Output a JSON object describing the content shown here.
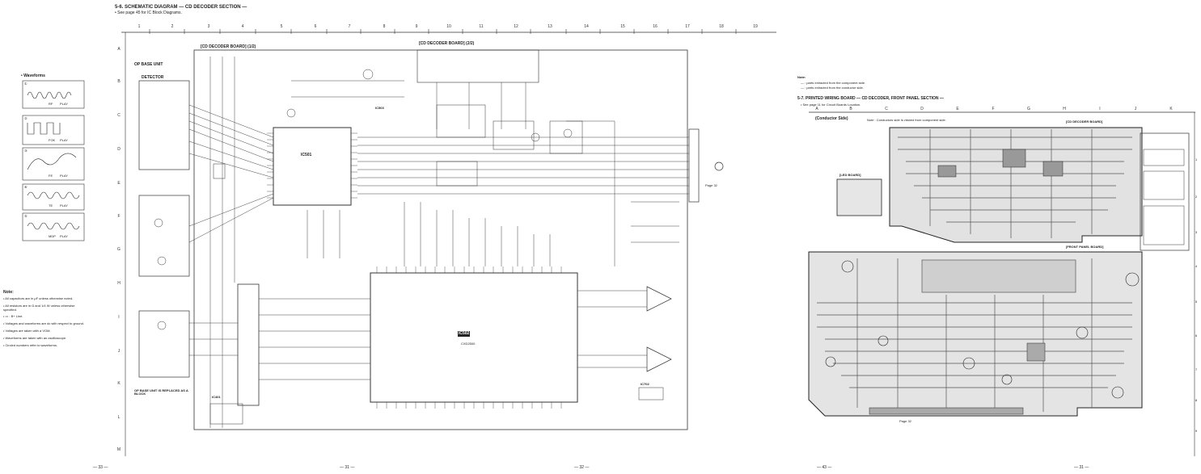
{
  "left_page": {
    "heading": "5-6. SCHEMATIC DIAGRAM — CD DECODER SECTION —",
    "subheading": "• See page 45 for IC Block Diagrams.",
    "column_numbers": [
      "1",
      "2",
      "3",
      "4",
      "5",
      "6",
      "7",
      "8",
      "9",
      "10",
      "11",
      "12",
      "13",
      "14",
      "15",
      "16",
      "17",
      "18",
      "19"
    ],
    "row_letters": [
      "A",
      "B",
      "C",
      "D",
      "E",
      "F",
      "G",
      "H",
      "I",
      "J",
      "K",
      "L",
      "M"
    ],
    "board1_label": "[CD DECODER BOARD] (1/2)",
    "board2_label": "[CD DECODER BOARD] (2/2)",
    "base_unit_label": "OP BASE UNIT",
    "detector_label": "DETECTOR",
    "ic_main_label": "IC501",
    "ic_decoder_label": "IC502",
    "ic_decoder_name": "CXD2500",
    "ic_small1": "IC401",
    "ic_small2": "IC702",
    "ic_small3": "IC503",
    "connector_label": "Page 32",
    "op_note": "OP BASE UNIT IS REPLACED AS A BLOCK",
    "waveforms_title": "• Waveforms",
    "waveforms": [
      {
        "num": "①",
        "caption": "RF",
        "mode": "PLAY"
      },
      {
        "num": "②",
        "caption": "FOK",
        "mode": "PLAY"
      },
      {
        "num": "③",
        "caption": "FE",
        "mode": "PLAY"
      },
      {
        "num": "④",
        "caption": "TE",
        "mode": "PLAY"
      },
      {
        "num": "⑤",
        "caption": "MDP",
        "mode": "PLAY"
      }
    ],
    "note_title": "Note:",
    "notes": [
      "• All capacitors are in μF unless otherwise noted.",
      "• All resistors are in Ω and 1/4 W unless otherwise specified.",
      "• ▭ : B+ Line.",
      "• Voltages and waveforms are dc with respect to ground.",
      "• Voltages are taken with a VOM.",
      "• Waveforms are taken with an oscilloscope.",
      "• Circled numbers refer to waveforms."
    ],
    "page_numbers": [
      "— 33 —",
      "— 31 —",
      "— 32 —"
    ]
  },
  "right_page": {
    "legend_title": "Note:",
    "legend_items": [
      "— : parts extracted from the component side.",
      "— : parts extracted from the conductor side."
    ],
    "heading": "5-7. PRINTED WIRING BOARD — CD DECODER, FRONT PANEL SECTION —",
    "subheading": "• See page 11 for Circuit Boards Location.",
    "side_label": "(Conductor Side)",
    "side_note": "Note : Conductors side is viewed from component side.",
    "board_top_label": "[CD DECODER BOARD]",
    "board_small_label": "[LED BOARD]",
    "board_bottom_label": "[FRONT PANEL BOARD]",
    "column_letters": [
      "A",
      "B",
      "C",
      "D",
      "E",
      "F",
      "G",
      "H",
      "I",
      "J",
      "K"
    ],
    "row_numbers": [
      "1",
      "2",
      "3",
      "4",
      "5",
      "6",
      "7",
      "8",
      "9"
    ],
    "connector_label": "Page 32",
    "page_numbers": [
      "— 43 —",
      "— 31 —"
    ]
  }
}
